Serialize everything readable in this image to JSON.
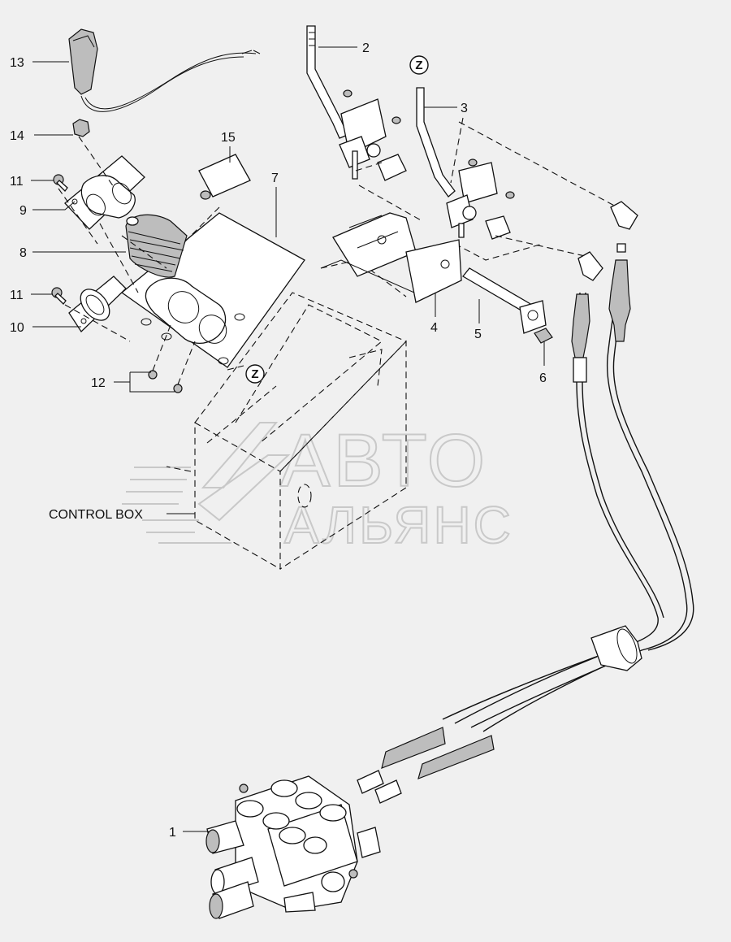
{
  "parts": {
    "p1": "1",
    "p2": "2",
    "p3": "3",
    "p4": "4",
    "p5": "5",
    "p6": "6",
    "p7": "7",
    "p8": "8",
    "p9": "9",
    "p10": "10",
    "p11a": "11",
    "p11b": "11",
    "p12": "12",
    "p13": "13",
    "p14": "14",
    "p15": "15"
  },
  "callouts": {
    "z1": "Z",
    "z2": "Z"
  },
  "control_box_label": "CONTROL BOX",
  "watermark": {
    "line1": "АВТО",
    "line2": "АЛЬЯНС"
  }
}
